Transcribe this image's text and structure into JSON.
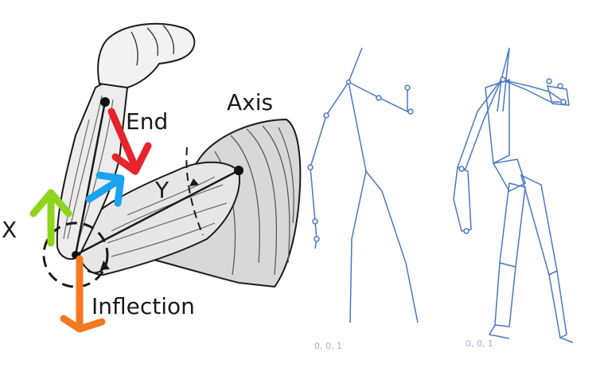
{
  "labels": {
    "end": "End",
    "axis": "Axis",
    "y": "Y",
    "x": "X",
    "inflection": "Inflection"
  },
  "footnotes": {
    "left": "0, 0, 1",
    "right": "0, 0, 1"
  },
  "colors": {
    "end_arrow": "#e8232b",
    "y_arrow": "#1aa3ee",
    "x_arrow": "#8ed61c",
    "inflection_arrow": "#f47a22",
    "skeleton": "#4a78c4",
    "outline": "#1a1a1a"
  }
}
